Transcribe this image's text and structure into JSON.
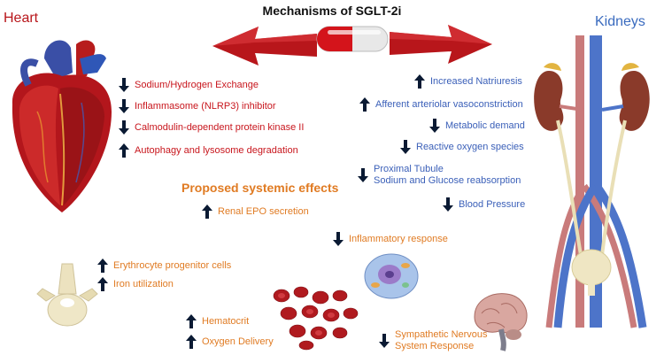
{
  "title": "Mechanisms of SGLT-2i",
  "heart": {
    "label": "Heart",
    "items": [
      {
        "dir": "down",
        "text": "Sodium/Hydrogen Exchange"
      },
      {
        "dir": "down",
        "text": "Inflammasome (NLRP3) inhibitor"
      },
      {
        "dir": "down",
        "text": "Calmodulin-dependent protein kinase II"
      },
      {
        "dir": "up",
        "text": "Autophagy and lysosome degradation"
      }
    ]
  },
  "kidneys": {
    "label": "Kidneys",
    "items": [
      {
        "dir": "up",
        "text": "Increased Natriuresis"
      },
      {
        "dir": "up",
        "text": "Afferent arteriolar vasoconstriction"
      },
      {
        "dir": "down",
        "text": "Metabolic demand"
      },
      {
        "dir": "down",
        "text": "Reactive oxygen species"
      },
      {
        "dir": "down",
        "text_line1": "Proximal Tubule",
        "text_line2": "Sodium and Glucose reabsorption"
      },
      {
        "dir": "down",
        "text": "Blood Pressure"
      }
    ]
  },
  "systemic": {
    "label": "Proposed systemic effects",
    "items": [
      {
        "dir": "up",
        "text": "Renal EPO secretion"
      },
      {
        "dir": "down",
        "text": "Inflammatory response"
      },
      {
        "dir": "up",
        "text": "Erythrocyte progenitor cells"
      },
      {
        "dir": "up",
        "text": "Iron utilization"
      },
      {
        "dir": "up",
        "text": "Hematocrit"
      },
      {
        "dir": "up",
        "text": "Oxygen Delivery"
      },
      {
        "dir": "down",
        "text_line1": "Sympathetic Nervous",
        "text_line2": "System Response"
      }
    ]
  },
  "colors": {
    "heart_text": "#c8161d",
    "kidney_text": "#3a5fb8",
    "systemic_text": "#e07b23",
    "arrow_red": "#b8161b",
    "arrow_icon": "#0a1a33"
  },
  "icons": [
    "heart-illustration",
    "kidneys-illustration",
    "pill-icon",
    "vertebra-illustration",
    "red-blood-cells-illustration",
    "cell-illustration",
    "brain-illustration"
  ]
}
